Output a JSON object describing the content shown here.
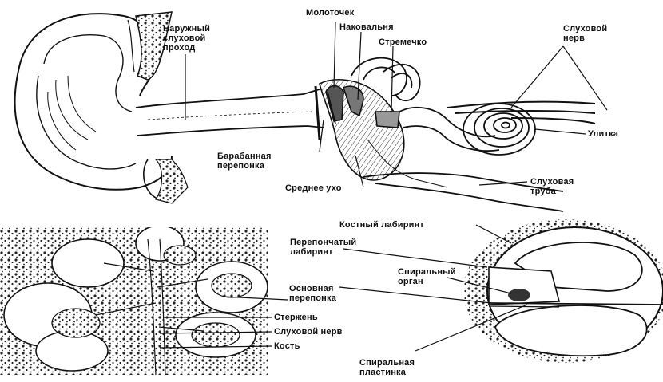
{
  "labels": {
    "outer_canal_1": "Наружный",
    "outer_canal_2": "слуховой",
    "outer_canal_3": "проход",
    "malleus": "Молоточек",
    "incus": "Наковальня",
    "stapes": "Стремечко",
    "auditory_nerve_top_1": "Слуховой",
    "auditory_nerve_top_2": "нерв",
    "cochlea": "Улитка",
    "eardrum_1": "Барабанная",
    "eardrum_2": "перепонка",
    "middle_ear": "Среднее ухо",
    "eustachian_1": "Слуховая",
    "eustachian_2": "труба",
    "bony_labyrinth": "Костный лабиринт",
    "membranous_1": "Перепончатый",
    "membranous_2": "лабиринт",
    "spiral_organ_1": "Спиральный",
    "spiral_organ_2": "орган",
    "basilar_1": "Основная",
    "basilar_2": "перепонка",
    "modiolus": "Стержень",
    "auditory_nerve_bottom": "Слуховой нерв",
    "bone": "Кость",
    "spiral_lamina_1": "Спиральная",
    "spiral_lamina_2": "пластинка"
  },
  "colors": {
    "ink": "#111111",
    "paper": "#ffffff",
    "stipple": "#222222"
  }
}
